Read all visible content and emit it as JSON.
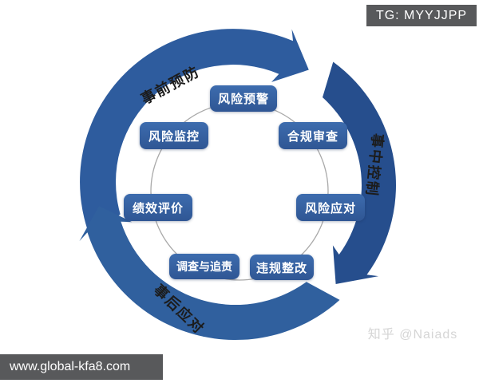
{
  "header": {
    "tg_badge": "TG: MYYJJPP"
  },
  "footer": {
    "url": "www.global-kfa8.com",
    "watermark": "知乎 @Naiads"
  },
  "diagram": {
    "phases": [
      {
        "label": "事前预防"
      },
      {
        "label": "事中控制"
      },
      {
        "label": "事后应对"
      }
    ],
    "nodes": [
      {
        "label": "风险预警"
      },
      {
        "label": "风险监控"
      },
      {
        "label": "合规审查"
      },
      {
        "label": "绩效评价"
      },
      {
        "label": "风险应对"
      },
      {
        "label": "调查与追责"
      },
      {
        "label": "违规整改"
      }
    ],
    "colors": {
      "arc_top": "#2e5c9e",
      "arc_right": "#264e8d",
      "arc_bottom": "#30609e",
      "node_fill": "#35619f",
      "ring": "#a9a9a9",
      "badge_bg": "#58595b",
      "watermark": "#d5d5d5"
    }
  }
}
